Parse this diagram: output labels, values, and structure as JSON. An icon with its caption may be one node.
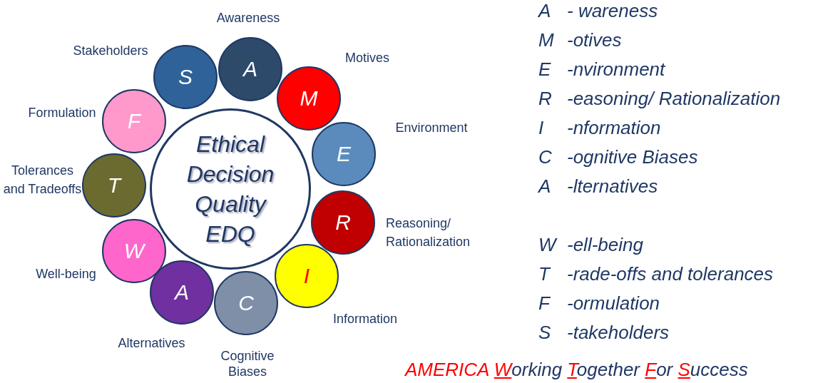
{
  "diagram": {
    "nodes": [
      {
        "text": [
          "Ethical Decision Quality EDQ"
        ]
      },
      {
        "text": [
          "A"
        ],
        "beside": [
          "Awareness"
        ]
      },
      {
        "text": [
          "M"
        ],
        "beside": [
          "Motives"
        ]
      },
      {
        "text": [
          "E"
        ],
        "beside": [
          "Environment"
        ]
      },
      {
        "text": [
          "R"
        ],
        "beside": [
          "Reasoning/ Rationalization"
        ]
      },
      {
        "text": [
          "I"
        ],
        "beside": [
          "Information"
        ]
      },
      {
        "text": [
          "C"
        ],
        "beside": [
          "Cognitive Biases"
        ]
      },
      {
        "text": [
          "A"
        ],
        "beside": [
          "Alternatives"
        ]
      },
      {
        "text": [
          "W"
        ],
        "beside": [
          "Well-being"
        ]
      },
      {
        "text": [
          "T"
        ],
        "beside": [
          "Tolerances and Tradeoffs"
        ]
      },
      {
        "text": [
          "F"
        ],
        "beside": [
          "Formulation"
        ]
      },
      {
        "text": [
          "S"
        ],
        "beside": [
          "Stakeholders"
        ]
      }
    ],
    "labels": [
      "A - wareness",
      "M -otives",
      "E -nvironment",
      "R -easoning/ Rationalization",
      "I -nformation",
      "C -ognitive Biases",
      "A -lternatives",
      "W -ell-being",
      "T -rade-offs and tolerances",
      "F -ormulation",
      "S -takeholders",
      "AMERICA Working Together For Success"
    ]
  }
}
